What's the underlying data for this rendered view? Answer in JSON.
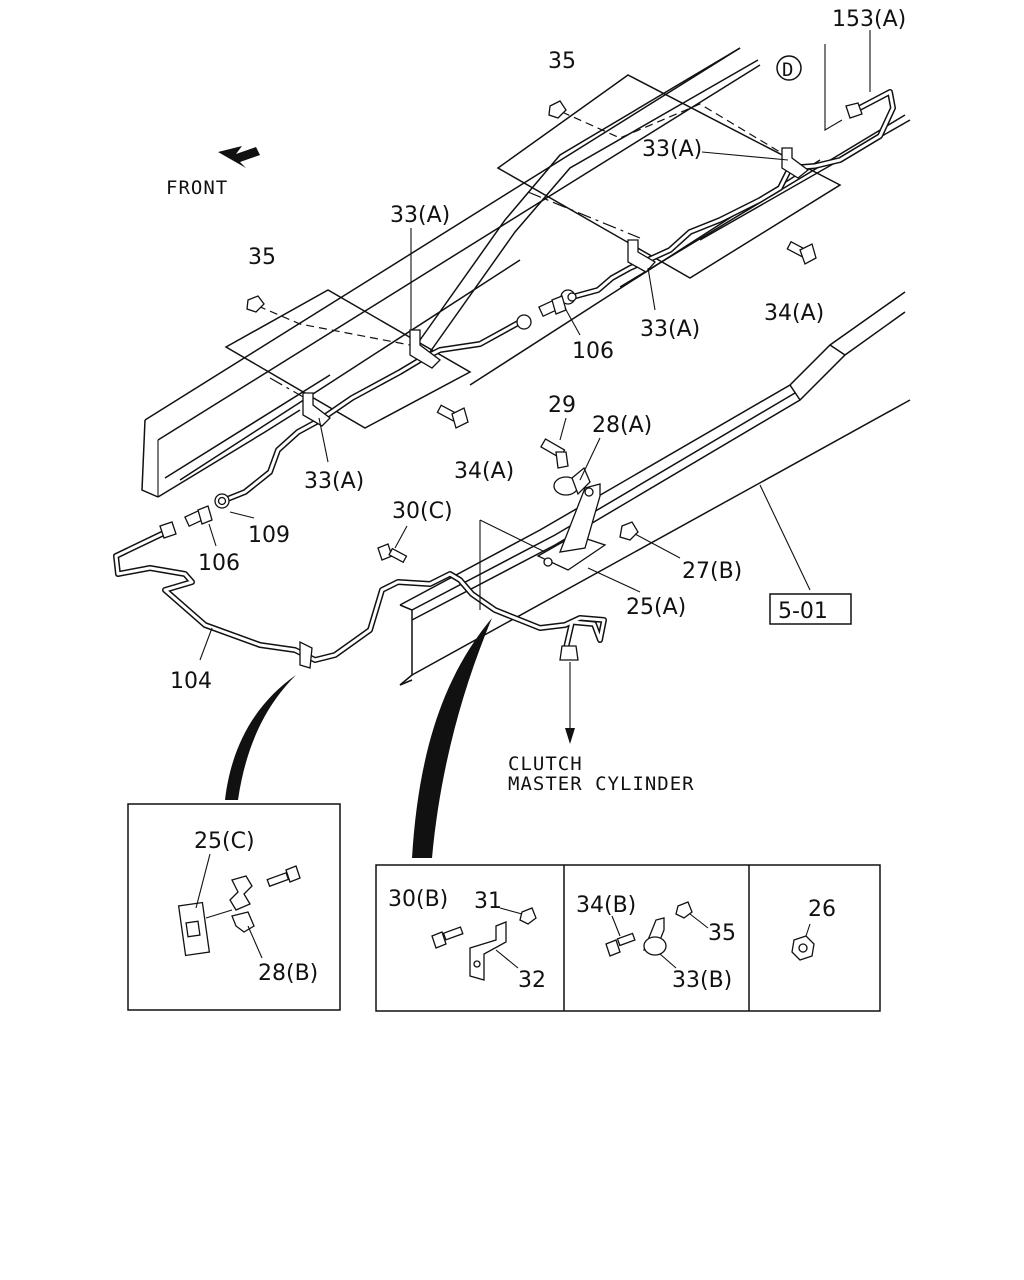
{
  "labels": {
    "front": "FRONT",
    "clutch_line1": "CLUTCH",
    "clutch_line2": "MASTER CYLINDER",
    "ref_box": "5-01",
    "circle_ref": "D",
    "p153a": "153(A)",
    "p35_top": "35",
    "p33a_top_right": "33(A)",
    "p33a_upper": "33(A)",
    "p33a_mid_right": "33(A)",
    "p34a_right": "34(A)",
    "p35_left": "35",
    "p106_upper": "106",
    "p34a_center": "34(A)",
    "p33a_lower_left": "33(A)",
    "p29": "29",
    "p28a": "28(A)",
    "p109": "109",
    "p106_lower": "106",
    "p30c": "30(C)",
    "p27b": "27(B)",
    "p25a": "25(A)",
    "p104": "104"
  },
  "detail_left": {
    "p25c": "25(C)",
    "p28b": "28(B)"
  },
  "detail_right": {
    "cell1": {
      "p30b": "30(B)",
      "p31": "31",
      "p32": "32"
    },
    "cell2": {
      "p34b": "34(B)",
      "p35": "35",
      "p33b": "33(B)"
    },
    "cell3": {
      "p26": "26"
    }
  }
}
